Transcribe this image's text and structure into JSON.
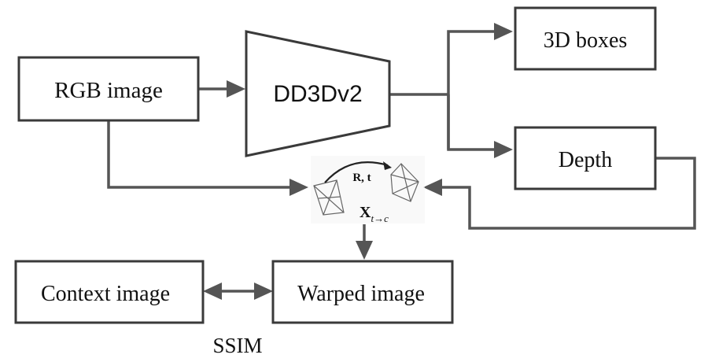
{
  "nodes": {
    "rgb_image": "RGB image",
    "model": "DD3Dv2",
    "boxes_3d": "3D boxes",
    "depth": "Depth",
    "context_image": "Context image",
    "warped_image": "Warped image"
  },
  "labels": {
    "pose": "R, t",
    "transform": "X",
    "transform_sub": "t→c",
    "loss": "SSIM"
  }
}
